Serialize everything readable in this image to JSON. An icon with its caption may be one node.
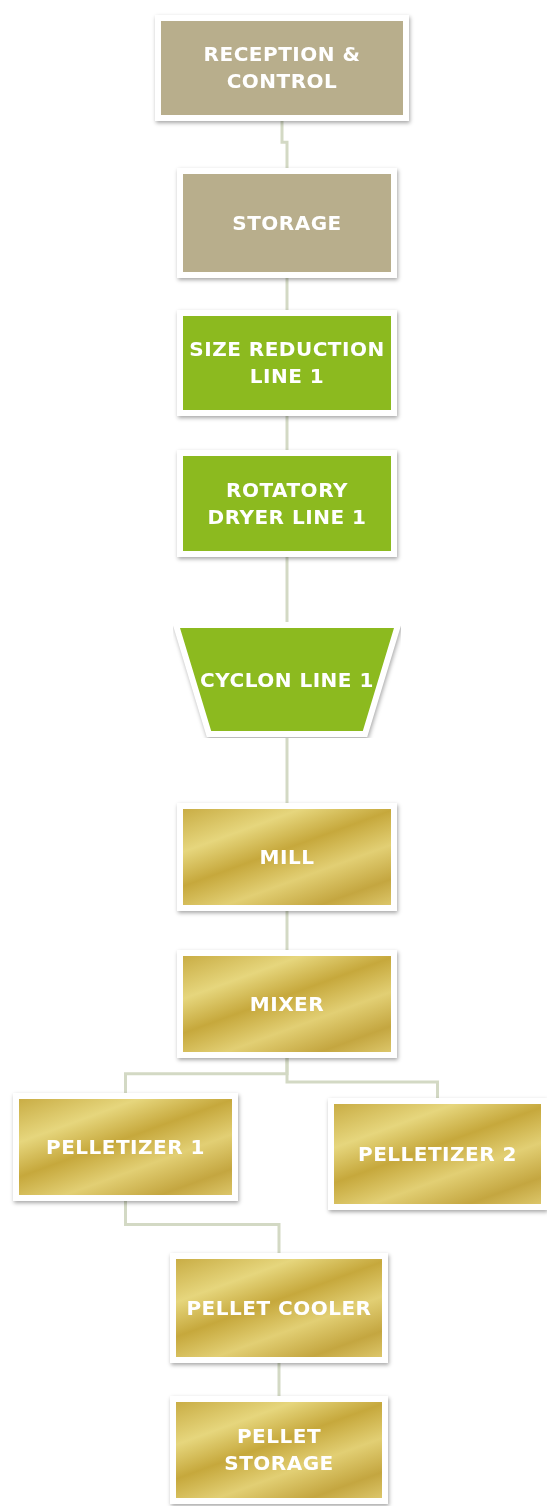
{
  "diagram": {
    "nodes": [
      {
        "text": [
          "RECEPTION & CONTROL"
        ]
      },
      {
        "text": [
          "STORAGE"
        ]
      },
      {
        "text": [
          "SIZE REDUCTION LINE 1"
        ]
      },
      {
        "text": [
          "ROTATORY DRYER LINE 1"
        ]
      },
      {
        "text": [
          "CYCLON LINE 1"
        ]
      },
      {
        "text": [
          "MILL"
        ]
      },
      {
        "text": [
          "MIXER"
        ]
      },
      {
        "text": [
          "PELLETIZER 1"
        ]
      },
      {
        "text": [
          "PELLETIZER 2"
        ]
      },
      {
        "text": [
          "PELLET COOLER"
        ]
      },
      {
        "text": [
          "PELLET STORAGE"
        ]
      }
    ],
    "edges": [
      {
        "from": 0,
        "to": 1,
        "arrow": "none"
      },
      {
        "from": 1,
        "to": 2,
        "arrow": "none"
      },
      {
        "from": 2,
        "to": 3,
        "arrow": "none"
      },
      {
        "from": 3,
        "to": 4,
        "arrow": "none"
      },
      {
        "from": 4,
        "to": 5,
        "arrow": "none"
      },
      {
        "from": 5,
        "to": 6,
        "arrow": "none"
      },
      {
        "from": 6,
        "to": 7,
        "arrow": "none"
      },
      {
        "from": 6,
        "to": 8,
        "arrow": "none"
      },
      {
        "from": 7,
        "to": 9,
        "arrow": "none"
      },
      {
        "from": 9,
        "to": 10,
        "arrow": "none"
      }
    ]
  }
}
